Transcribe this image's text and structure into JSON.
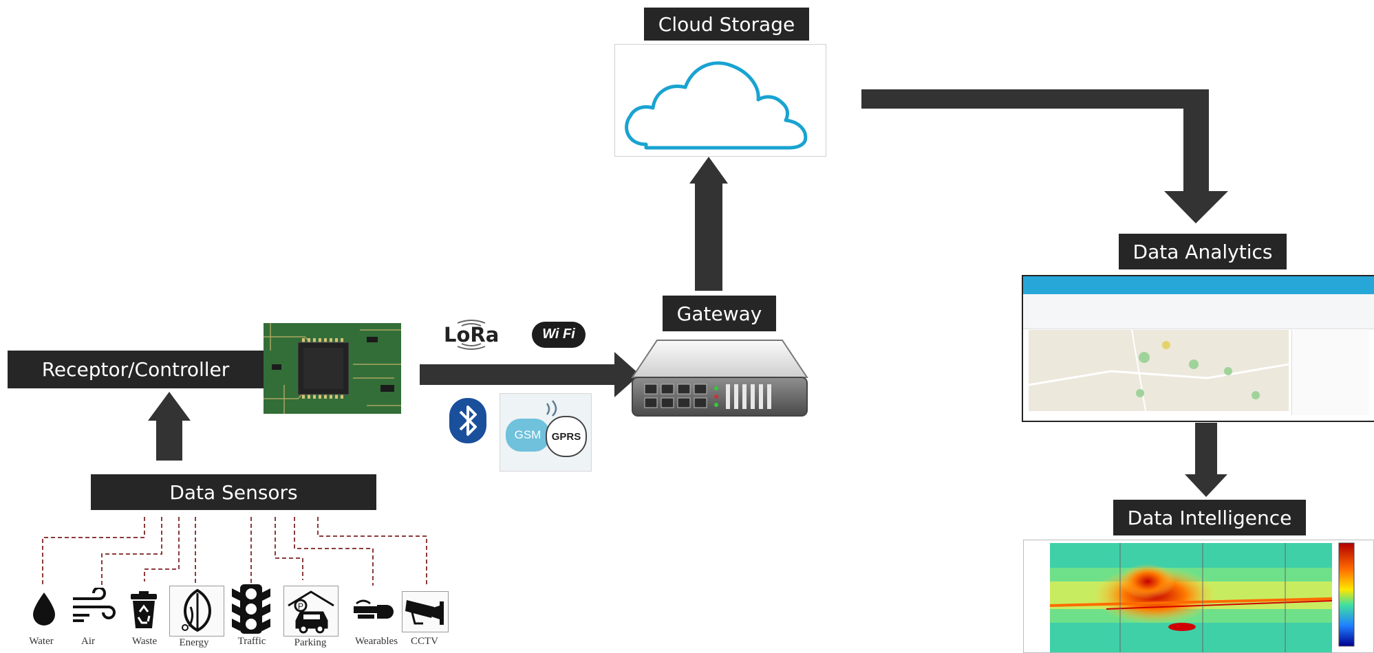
{
  "labels": {
    "cloud_storage": "Cloud Storage",
    "data_analytics": "Data Analytics",
    "data_intelligence": "Data Intelligence",
    "gateway": "Gateway",
    "receptor_controller": "Receptor/Controller",
    "data_sensors": "Data Sensors"
  },
  "connectivity": {
    "lora": "LoRa",
    "wifi": "Wi Fi",
    "gsm": "GSM",
    "gprs": "GPRS"
  },
  "sensors": [
    {
      "label": "Water",
      "icon": "water-drop-icon"
    },
    {
      "label": "Air",
      "icon": "wind-icon"
    },
    {
      "label": "Waste",
      "icon": "recycle-bin-icon"
    },
    {
      "label": "Energy",
      "icon": "leaf-energy-icon"
    },
    {
      "label": "Traffic",
      "icon": "traffic-light-icon"
    },
    {
      "label": "Parking",
      "icon": "parking-icon"
    },
    {
      "label": "Wearables",
      "icon": "wearable-icon"
    },
    {
      "label": "CCTV",
      "icon": "cctv-camera-icon"
    }
  ],
  "colors": {
    "label_bg": "#262626",
    "arrow": "#333333",
    "cloud_stroke": "#19a3d1",
    "dashed_link": "#8b3a3a"
  }
}
